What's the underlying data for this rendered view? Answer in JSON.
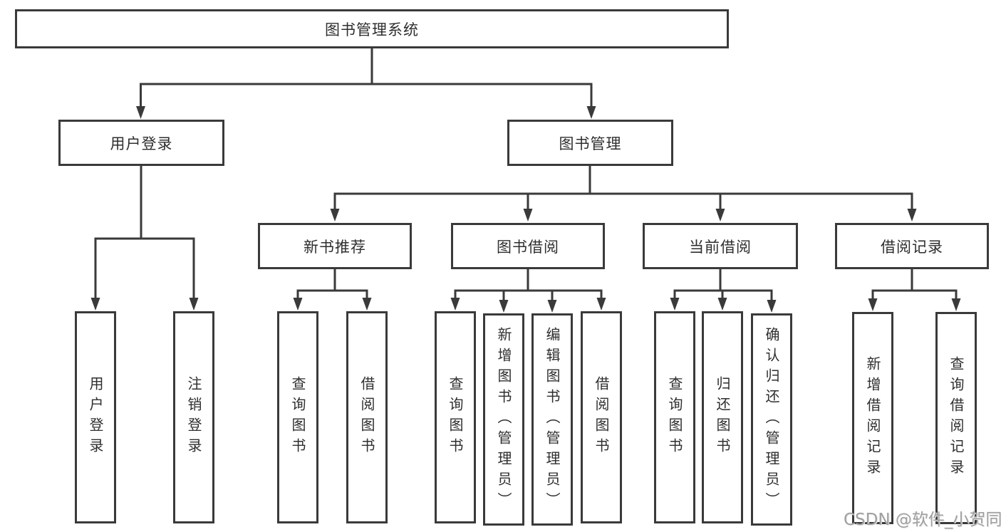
{
  "diagram": {
    "title": "图书管理系统",
    "colors": {
      "line": "#3a3a3a",
      "box_border": "#3a3a3a",
      "box_fill": "#ffffff",
      "text": "#2e2e2e",
      "background": "#ffffff",
      "watermark_text_color": "#a0a0a0"
    },
    "tree": {
      "label": "图书管理系统",
      "children": [
        {
          "label": "用户登录",
          "children": [
            {
              "label": "用户登录"
            },
            {
              "label": "注销登录"
            }
          ]
        },
        {
          "label": "图书管理",
          "children": [
            {
              "label": "新书推荐",
              "children": [
                {
                  "label": "查询图书"
                },
                {
                  "label": "借阅图书"
                }
              ]
            },
            {
              "label": "图书借阅",
              "children": [
                {
                  "label": "查询图书"
                },
                {
                  "label": "新增图书（管理员）"
                },
                {
                  "label": "编辑图书（管理员）"
                },
                {
                  "label": "借阅图书"
                }
              ]
            },
            {
              "label": "当前借阅",
              "children": [
                {
                  "label": "查询图书"
                },
                {
                  "label": "归还图书"
                },
                {
                  "label": "确认归还（管理员）"
                }
              ]
            },
            {
              "label": "借阅记录",
              "children": [
                {
                  "label": "新增借阅记录"
                },
                {
                  "label": "查询借阅记录"
                }
              ]
            }
          ]
        }
      ]
    }
  },
  "watermark": {
    "text": "CSDN @软件_小贺同学"
  }
}
